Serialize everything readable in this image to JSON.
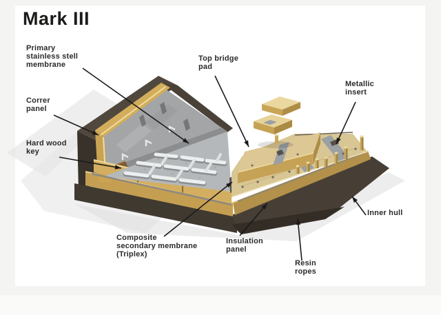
{
  "title": "Mark III",
  "figure": {
    "type": "technical-illustration",
    "subject": "Mark III cargo containment system corner cutaway",
    "labels": [
      {
        "id": "primary-membrane",
        "text": "Primary\nstainless stell\nmembrane"
      },
      {
        "id": "top-bridge-pad",
        "text": "Top bridge\npad"
      },
      {
        "id": "metallic-insert",
        "text": "Metallic\ninsert"
      },
      {
        "id": "corner-panel",
        "text": "Correr\npanel"
      },
      {
        "id": "hard-wood-key",
        "text": "Hard wood\nkey"
      },
      {
        "id": "composite-secondary-membrane",
        "text": "Composite\nsecondary membrane\n(Triplex)"
      },
      {
        "id": "insulation-panel",
        "text": "Insulation\npanel"
      },
      {
        "id": "resin-ropes",
        "text": "Resin\nropes"
      },
      {
        "id": "inner-hull",
        "text": "Inner hull"
      }
    ],
    "palette": {
      "page_background": "#f4f4f3",
      "card_background": "#ffffff",
      "hull_dark": "#413930",
      "gold_panel": "#cfa755",
      "plywood_top": "#d8c694",
      "membrane_silver": "#b5b8ba",
      "metallic_insert_gray": "#9aa0a3",
      "shadow_gray": "#e3e3e3",
      "leader_line": "#1a1a1a",
      "label_text": "#2b2b2b"
    }
  }
}
